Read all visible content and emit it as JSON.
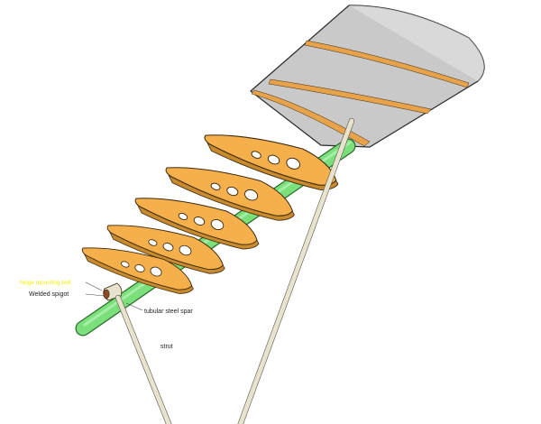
{
  "colors": {
    "rib_fill": "#f5b04c",
    "rib_stroke": "#3a2a10",
    "rib_shadow": "#c98a2e",
    "spar_fill": "#7be07b",
    "spar_stroke": "#2d6b2d",
    "skin_fill": "#c9c9c9",
    "skin_light": "#e6e6e6",
    "skin_stroke": "#2a2a2a",
    "strip_fill": "#e7a24a",
    "strut_fill": "#e8e3cf",
    "strut_stroke": "#5a5648",
    "highlight_text": "#f2f200"
  },
  "labels": {
    "highlighted_note": "hinge mounting bolt",
    "welded_spigot": "Welded spigot",
    "tubular_steel_spar": "tubular steel spar",
    "strut": "strut"
  }
}
